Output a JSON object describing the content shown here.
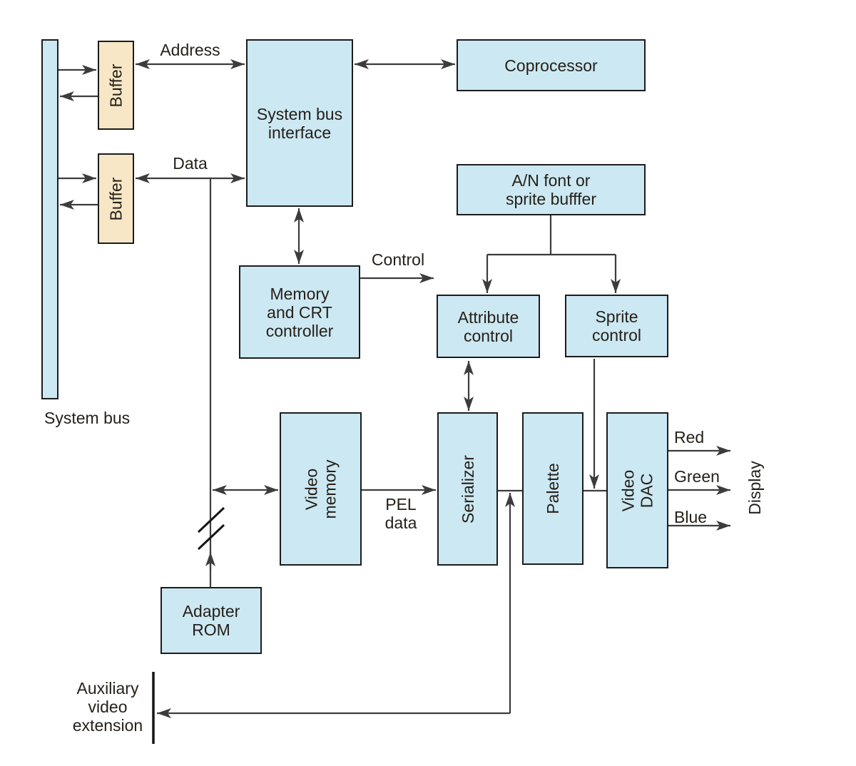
{
  "colors": {
    "background": "#ffffff",
    "box_fill": "#cce8f2",
    "buffer_fill": "#f7e7c6",
    "box_border": "#1c1c1c",
    "line": "#3c3c3c",
    "text": "#262019"
  },
  "blocks": {
    "buffer_top": {
      "label": "Buffer"
    },
    "buffer_bottom": {
      "label": "Buffer"
    },
    "system_bus_interface": {
      "label": "System bus\ninterface"
    },
    "coprocessor": {
      "label": "Coprocessor"
    },
    "an_font_sprite_buffer": {
      "label": "A/N font or\nsprite bufffer"
    },
    "memory_crt_controller": {
      "label": "Memory\nand CRT\ncontroller"
    },
    "attribute_control": {
      "label": "Attribute\ncontrol"
    },
    "sprite_control": {
      "label": "Sprite\ncontrol"
    },
    "video_memory": {
      "label": "Video\nmemory"
    },
    "serializer": {
      "label": "Serializer"
    },
    "palette": {
      "label": "Palette"
    },
    "video_dac": {
      "label": "Video DAC"
    },
    "adapter_rom": {
      "label": "Adapter\nROM"
    }
  },
  "labels": {
    "system_bus": "System bus",
    "address": "Address",
    "data": "Data",
    "control": "Control",
    "pel_data": "PEL\ndata",
    "red": "Red",
    "green": "Green",
    "blue": "Blue",
    "display": "Display",
    "auxiliary_video_extension": "Auxiliary\nvideo\nextension"
  }
}
